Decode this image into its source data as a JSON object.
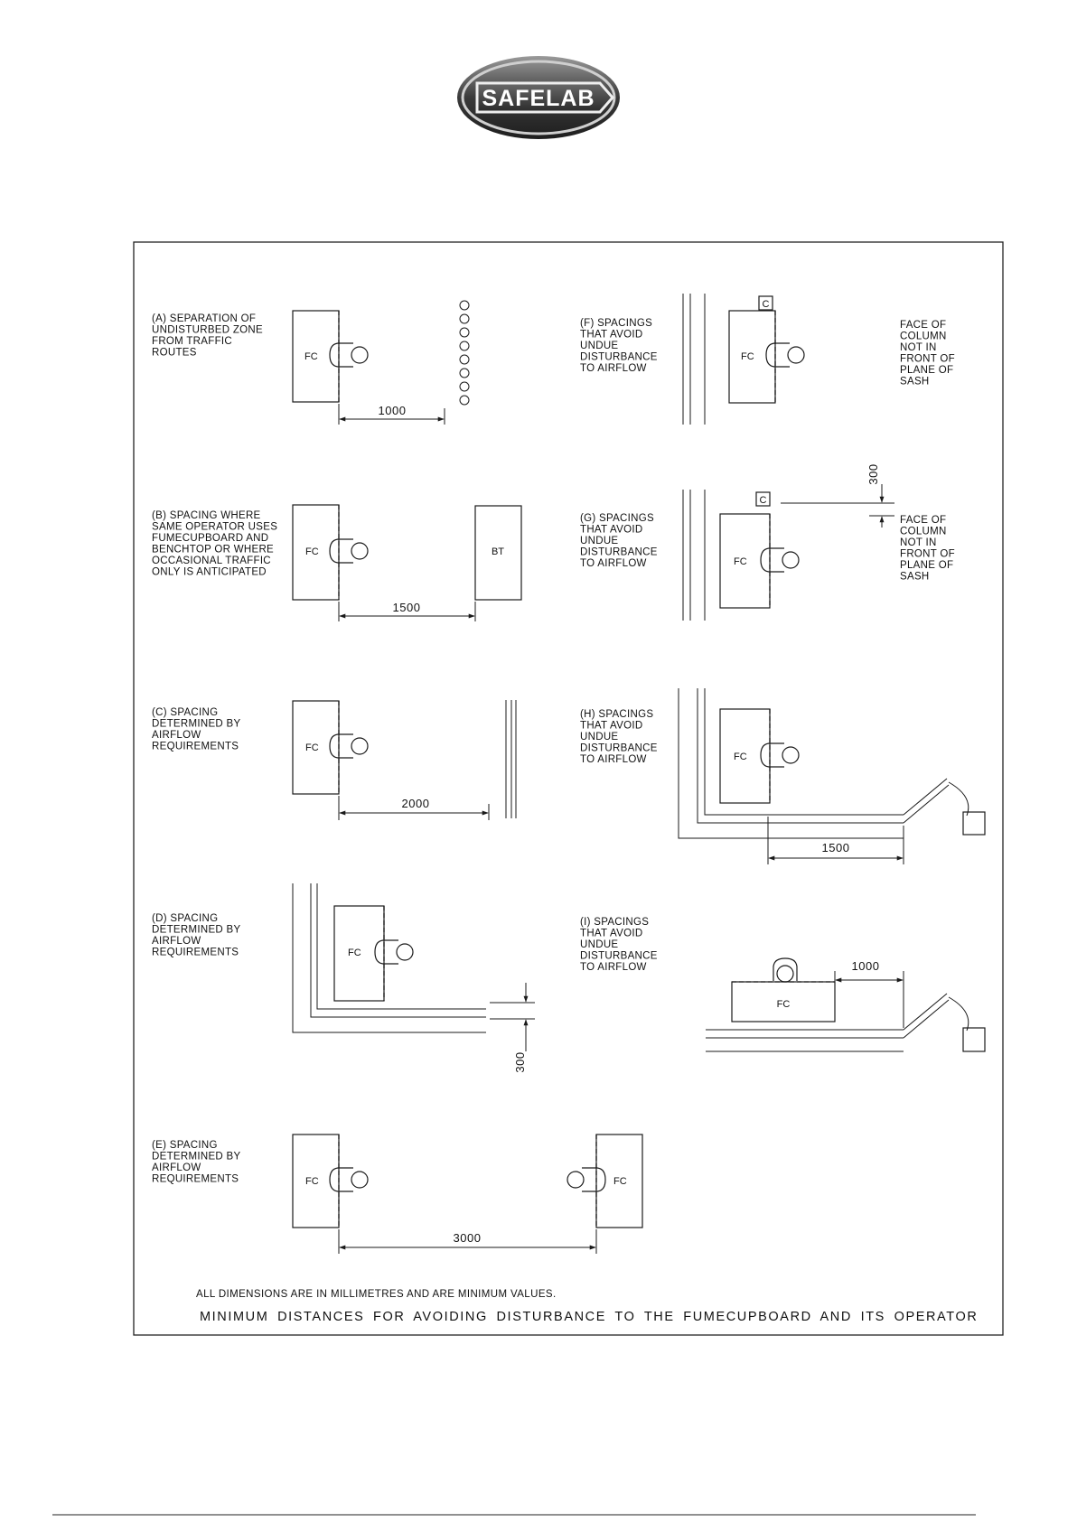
{
  "brand": {
    "logo_text": "SAFELAB"
  },
  "panels": {
    "A": {
      "caption": [
        "(A) SEPARATION OF",
        "UNDISTURBED ZONE",
        "FROM TRAFFIC",
        "ROUTES"
      ],
      "dimension": "1000"
    },
    "B": {
      "caption": [
        "(B) SPACING WHERE",
        "SAME OPERATOR USES",
        "FUMECUPBOARD AND",
        "BENCHTOP OR WHERE",
        "OCCASIONAL TRAFFIC",
        "ONLY IS ANTICIPATED"
      ],
      "dimension": "1500"
    },
    "C": {
      "caption": [
        "(C) SPACING",
        "DETERMINED BY",
        "AIRFLOW",
        "REQUIREMENTS"
      ],
      "dimension": "2000"
    },
    "D": {
      "caption": [
        "(D) SPACING",
        "DETERMINED BY",
        "AIRFLOW",
        "REQUIREMENTS"
      ],
      "dimension": "300"
    },
    "E": {
      "caption": [
        "(E) SPACING",
        "DETERMINED BY",
        "AIRFLOW",
        "REQUIREMENTS"
      ],
      "dimension": "3000"
    },
    "F": {
      "caption": [
        "(F) SPACINGS",
        "THAT AVOID",
        "UNDUE",
        "DISTURBANCE",
        "TO AIRFLOW"
      ],
      "note": [
        "FACE OF",
        "COLUMN",
        "NOT IN",
        "FRONT OF",
        "PLANE OF",
        "SASH"
      ]
    },
    "G": {
      "caption": [
        "(G) SPACINGS",
        "THAT AVOID",
        "UNDUE",
        "DISTURBANCE",
        "TO AIRFLOW"
      ],
      "note": [
        "FACE OF",
        "COLUMN",
        "NOT IN",
        "FRONT OF",
        "PLANE OF",
        "SASH"
      ],
      "dimension": "300"
    },
    "H": {
      "caption": [
        "(H) SPACINGS",
        "THAT AVOID",
        "UNDUE",
        "DISTURBANCE",
        "TO AIRFLOW"
      ],
      "dimension": "1500"
    },
    "I": {
      "caption": [
        "(I) SPACINGS",
        "THAT AVOID",
        "UNDUE",
        "DISTURBANCE",
        "TO AIRFLOW"
      ],
      "dimension": "1000"
    }
  },
  "labels": {
    "fume_cupboard": "FC",
    "benchtop": "BT",
    "column": "C"
  },
  "footer": {
    "note": "ALL DIMENSIONS ARE IN MILLIMETRES AND ARE MINIMUM VALUES.",
    "title": "MINIMUM DISTANCES FOR AVOIDING DISTURBANCE TO THE FUMECUPBOARD AND ITS OPERATOR"
  }
}
